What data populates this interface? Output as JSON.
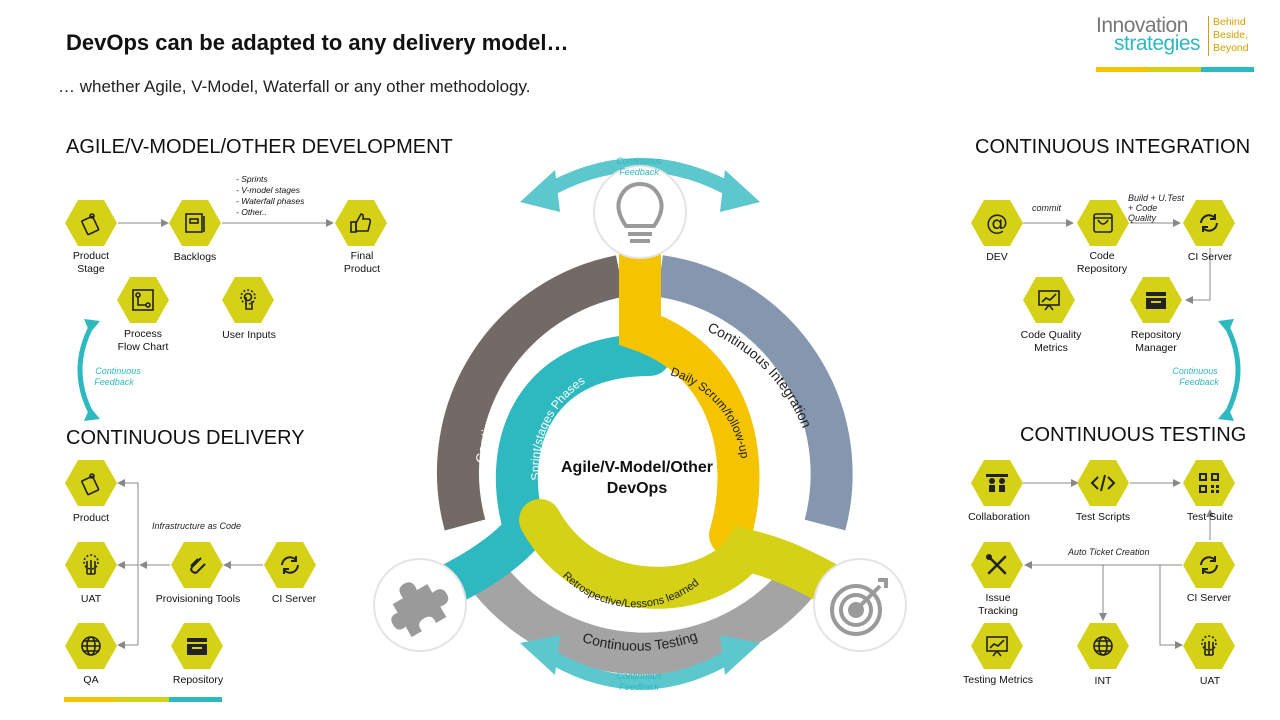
{
  "header": {
    "title": "DevOps can be adapted to any delivery model…",
    "subtitle": "… whether Agile, V-Model, Waterfall or any other methodology."
  },
  "logo": {
    "line1": "Innovation",
    "line2": "strategies",
    "tag1": "Behind",
    "tag2": "Beside,",
    "tag3": "Beyond",
    "colors": [
      "#f5c400",
      "#d4d116",
      "#2eb8c0"
    ]
  },
  "colors": {
    "hex": "#d4d116",
    "teal": "#2eb8c0",
    "yellow": "#f5c400",
    "lime": "#d4d116",
    "dark_gray": "#736a67",
    "slate": "#8597ae",
    "light_gray": "#a4a4a4"
  },
  "sections": {
    "agile": "AGILE/V-MODEL/OTHER DEVELOPMENT",
    "ci": "CONTINUOUS INTEGRATION",
    "cd": "CONTINUOUS DELIVERY",
    "ct": "CONTINUOUS TESTING"
  },
  "feedback": {
    "top_1": "Continuous",
    "top_2": "Feedback",
    "left_1": "Continuous",
    "left_2": "Feedback",
    "right_1": "Continuous",
    "right_2": "Feedback",
    "bottom_1": "Continuous",
    "bottom_2": "Feedback"
  },
  "agile": {
    "product_stage": "Product\nStage",
    "backlogs": "Backlogs",
    "final_product": "Final\nProduct",
    "process_flow": "Process\nFlow Chart",
    "user_inputs": "User Inputs",
    "notes": [
      "Sprints",
      "V-model stages",
      "Waterfall phases",
      "Other.."
    ]
  },
  "ci": {
    "dev": "DEV",
    "code_repo": "Code\nRepository",
    "ci_server": "CI Server",
    "quality_metrics": "Code Quality\nMetrics",
    "repo_manager": "Repository\nManager",
    "commit": "commit",
    "build_note": "Build + U.Test\n+ Code\nQuality"
  },
  "cd": {
    "product": "Product",
    "uat": "UAT",
    "qa": "QA",
    "provisioning": "Provisioning Tools",
    "ci_server": "CI Server",
    "repository": "Repository",
    "iac": "Infrastructure  as Code"
  },
  "ct": {
    "collaboration": "Collaboration",
    "test_scripts": "Test Scripts",
    "test_suite": "Test Suite",
    "issue_tracking": "Issue\nTracking",
    "ci_server": "CI Server",
    "testing_metrics": "Testing Metrics",
    "int": "INT",
    "uat": "UAT",
    "auto_ticket": "Auto Ticket Creation"
  },
  "cycle": {
    "center_1": "Agile/V-Model/Other",
    "center_2": "DevOps",
    "outer_delivery": "Continuous Delivery",
    "outer_integration": "Continuous Integration",
    "outer_testing": "Continuous Testing",
    "inner_sprint": "Sprint/stages Phases",
    "inner_scrum": "Daily Scrum/follow-up",
    "inner_retro": "Retrospective/Lessons learned"
  }
}
